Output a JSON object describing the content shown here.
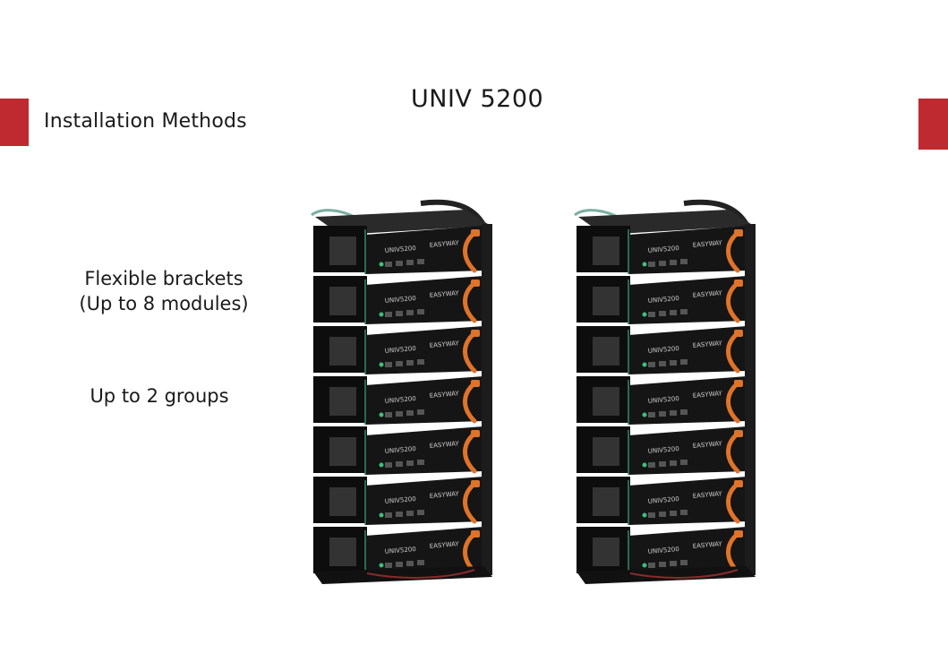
{
  "page": {
    "title": "UNIV 5200",
    "section": "Installation Methods"
  },
  "features": [
    {
      "line1": "Flexible brackets",
      "line2": "(Up to 8 modules)"
    },
    {
      "line1": "Up to 2 groups"
    }
  ],
  "product": {
    "model_label": "UNIV5200",
    "brand_label": "EASYWAY",
    "module_count_per_rack": 7,
    "rack_count": 2
  },
  "colors": {
    "accent": "#bf2a30",
    "module_body": "#151515",
    "cable": "#e0732a"
  }
}
